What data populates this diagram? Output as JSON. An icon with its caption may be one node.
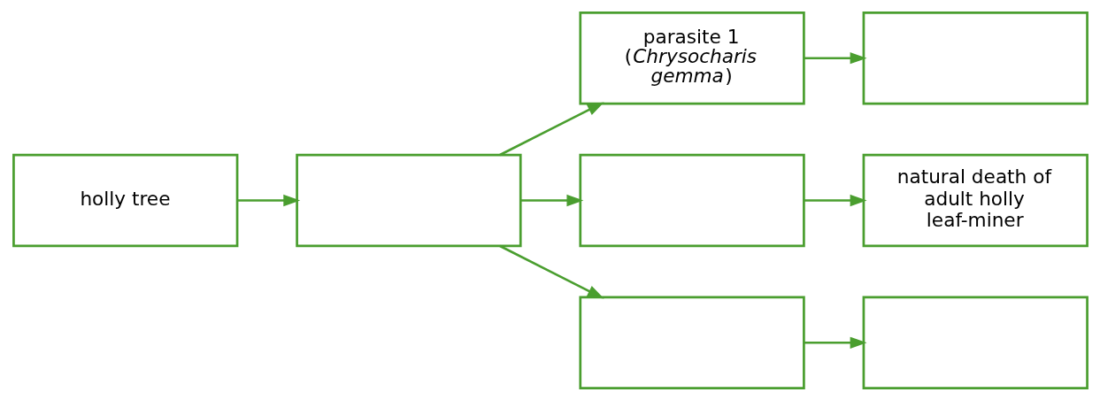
{
  "diagram": {
    "nodes": [
      {
        "text": [
          "holly tree"
        ]
      },
      {
        "text": [],
        "shape": "box"
      },
      {
        "text": [
          "parasite 1 (*Chrysocharis gemma*)"
        ]
      },
      {
        "text": [],
        "shape": "box"
      },
      {
        "text": [],
        "shape": "box"
      },
      {
        "text": [
          "natural death of adult holly leaf-miner"
        ]
      },
      {
        "text": [],
        "shape": "box"
      },
      {
        "text": [],
        "shape": "box"
      }
    ],
    "edges": [
      {
        "from": 0,
        "to": 1,
        "arrow": "to"
      },
      {
        "from": 1,
        "to": 2,
        "arrow": "to"
      },
      {
        "from": 1,
        "to": 4,
        "arrow": "to"
      },
      {
        "from": 1,
        "to": 6,
        "arrow": "to"
      },
      {
        "from": 2,
        "to": 3,
        "arrow": "to"
      },
      {
        "from": 4,
        "to": 5,
        "arrow": "to"
      },
      {
        "from": 6,
        "to": 7,
        "arrow": "to"
      }
    ]
  }
}
